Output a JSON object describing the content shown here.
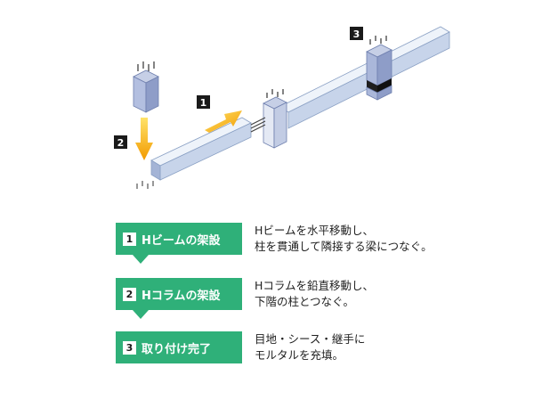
{
  "diagram": {
    "callouts": [
      "1",
      "2",
      "3"
    ]
  },
  "steps": [
    {
      "number": "1",
      "title": "Hビームの架設",
      "desc": [
        "Hビームを水平移動し、",
        "柱を貫通して隣接する梁につなぐ。"
      ]
    },
    {
      "number": "2",
      "title": "Hコラムの架設",
      "desc": [
        "Hコラムを鉛直移動し、",
        "下階の柱とつなぐ。"
      ]
    },
    {
      "number": "3",
      "title": "取り付け完了",
      "desc": [
        "目地・シース・継手に",
        "モルタルを充填。"
      ]
    }
  ],
  "colors": {
    "step_green": "#2fb079",
    "beam_face": "#dfe8f5",
    "beam_side": "#b7c6df",
    "column_face": "#9aaad2",
    "arrow_yellow": "#f7b500"
  }
}
